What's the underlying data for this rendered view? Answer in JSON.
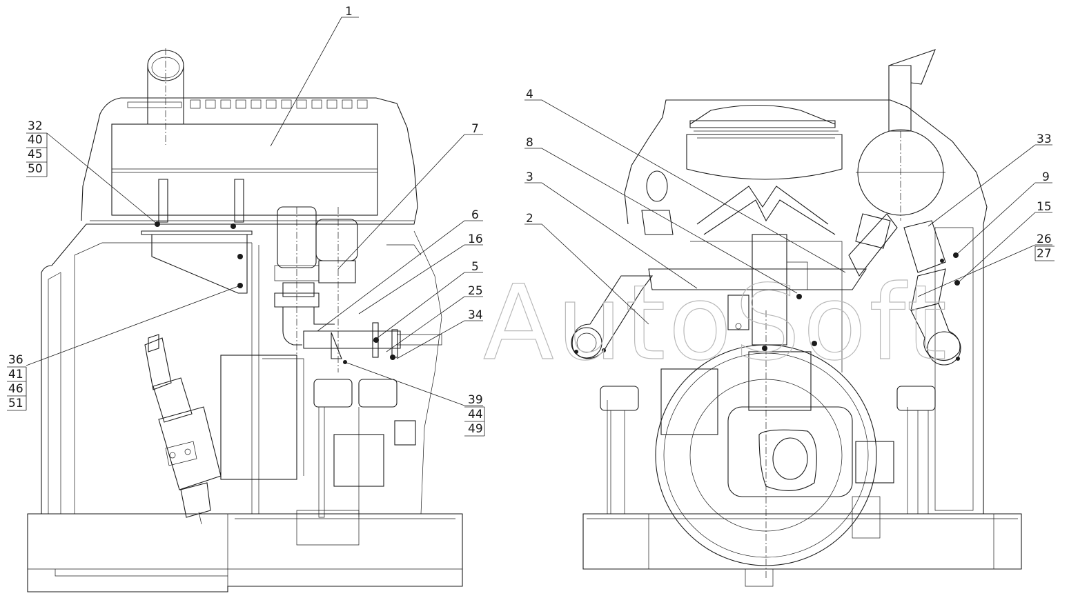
{
  "watermark": "AutoSoft",
  "callouts_left": [
    {
      "id": "c1",
      "text": "1"
    },
    {
      "id": "c7",
      "text": "7"
    },
    {
      "id": "c6",
      "text": "6"
    },
    {
      "id": "c16",
      "text": "16"
    },
    {
      "id": "c5",
      "text": "5"
    },
    {
      "id": "c25",
      "text": "25"
    },
    {
      "id": "c34",
      "text": "34"
    }
  ],
  "callout_stack_32": [
    "32",
    "40",
    "45",
    "50"
  ],
  "callout_stack_36": [
    "36",
    "41",
    "46",
    "51"
  ],
  "callout_stack_39": [
    "39",
    "44",
    "49"
  ],
  "callouts_right": [
    {
      "id": "c4",
      "text": "4"
    },
    {
      "id": "c8",
      "text": "8"
    },
    {
      "id": "c3",
      "text": "3"
    },
    {
      "id": "c2",
      "text": "2"
    },
    {
      "id": "c33",
      "text": "33"
    },
    {
      "id": "c9",
      "text": "9"
    },
    {
      "id": "c15",
      "text": "15"
    }
  ],
  "callout_stack_26": [
    "26",
    "27"
  ]
}
